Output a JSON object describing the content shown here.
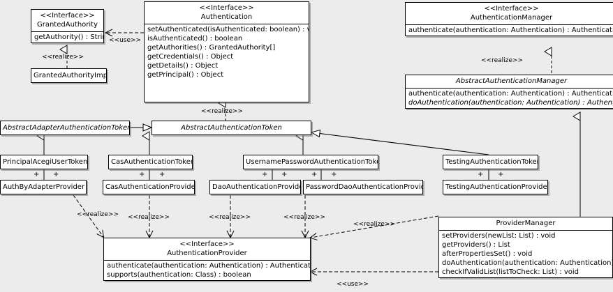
{
  "diagram": {
    "type": "uml-class-diagram",
    "background": "#ececec",
    "classes": [
      {
        "id": "granted-authority",
        "stereotype": "<<Interface>>",
        "name": "GrantedAuthority",
        "operations": [
          "getAuthority() : String"
        ]
      },
      {
        "id": "granted-authority-impl",
        "stereotype": "",
        "name": "GrantedAuthorityImpl",
        "operations": []
      },
      {
        "id": "authentication",
        "stereotype": "<<Interface>>",
        "name": "Authentication",
        "operations": [
          "setAuthenticated(isAuthenticated: boolean) : void",
          "isAuthenticated() : boolean",
          "getAuthorities() : GrantedAuthority[]",
          "getCredentials() : Object",
          "getDetails() : Object",
          "getPrincipal() : Object"
        ]
      },
      {
        "id": "authentication-manager",
        "stereotype": "<<Interface>>",
        "name": "AuthenticationManager",
        "operations": [
          "authenticate(authentication: Authentication) : Authentication"
        ]
      },
      {
        "id": "abstract-authentication-manager",
        "stereotype": "",
        "name": "AbstractAuthenticationManager",
        "operations": [
          "authenticate(authentication: Authentication) : Authentication",
          "doAuthentication(authentication: Authentication) : Authentication"
        ]
      },
      {
        "id": "abstract-adapter-authentication-token",
        "stereotype": "",
        "name": "AbstractAdapterAuthenticationToken",
        "operations": []
      },
      {
        "id": "abstract-authentication-token",
        "stereotype": "",
        "name": "AbstractAuthenticationToken",
        "operations": []
      },
      {
        "id": "principal-acegi-user-token",
        "stereotype": "",
        "name": "PrincipalAcegiUserToken",
        "operations": []
      },
      {
        "id": "cas-authentication-token",
        "stereotype": "",
        "name": "CasAuthenticationToken",
        "operations": []
      },
      {
        "id": "username-password-authentication-token",
        "stereotype": "",
        "name": "UsernamePasswordAuthenticationToken",
        "operations": []
      },
      {
        "id": "testing-authentication-token",
        "stereotype": "",
        "name": "TestingAuthenticationToken",
        "operations": []
      },
      {
        "id": "auth-by-adapter-provider",
        "stereotype": "",
        "name": "AuthByAdapterProvider",
        "operations": []
      },
      {
        "id": "cas-authentication-provider",
        "stereotype": "",
        "name": "CasAuthenticationProvider",
        "operations": []
      },
      {
        "id": "dao-authentication-provider",
        "stereotype": "",
        "name": "DaoAuthenticationProvider",
        "operations": []
      },
      {
        "id": "password-dao-authentication-provider",
        "stereotype": "",
        "name": "PasswordDaoAuthenticationProvider",
        "operations": []
      },
      {
        "id": "testing-authentication-provider",
        "stereotype": "",
        "name": "TestingAuthenticationProvider",
        "operations": []
      },
      {
        "id": "authentication-provider",
        "stereotype": "<<Interface>>",
        "name": "AuthenticationProvider",
        "operations": [
          "authenticate(authentication: Authentication) : Authentication",
          "supports(authentication: Class) : boolean"
        ]
      },
      {
        "id": "provider-manager",
        "stereotype": "",
        "name": "ProviderManager",
        "operations": [
          "setProviders(newList: List) : void",
          "getProviders() : List",
          "afterPropertiesSet() : void",
          "doAuthentication(authentication: Authentication) : Authentication",
          "checkIfValidList(listToCheck: List) : void"
        ]
      }
    ],
    "edge_labels": {
      "use_authentication_grantedauthority": "<<use>>",
      "realize_grantedauthorityimpl": "<<realize>>",
      "realize_abstractauthenticationmanager": "<<realize>>",
      "realize_abstractauthenticationtoken": "<<realize>>",
      "realize_authbyadapterprovider": "<<realize>>",
      "realize_casauthenticationprovider": "<<realize>>",
      "realize_daoauthenticationprovider": "<<realize>>",
      "realize_passworddaoauthenticationprovider": "<<realize>>",
      "realize_providermanager": "<<realize>>",
      "use_providermanager_authenticationprovider": "<<use>>"
    },
    "association_markers": {
      "visibility_public": "+"
    }
  }
}
